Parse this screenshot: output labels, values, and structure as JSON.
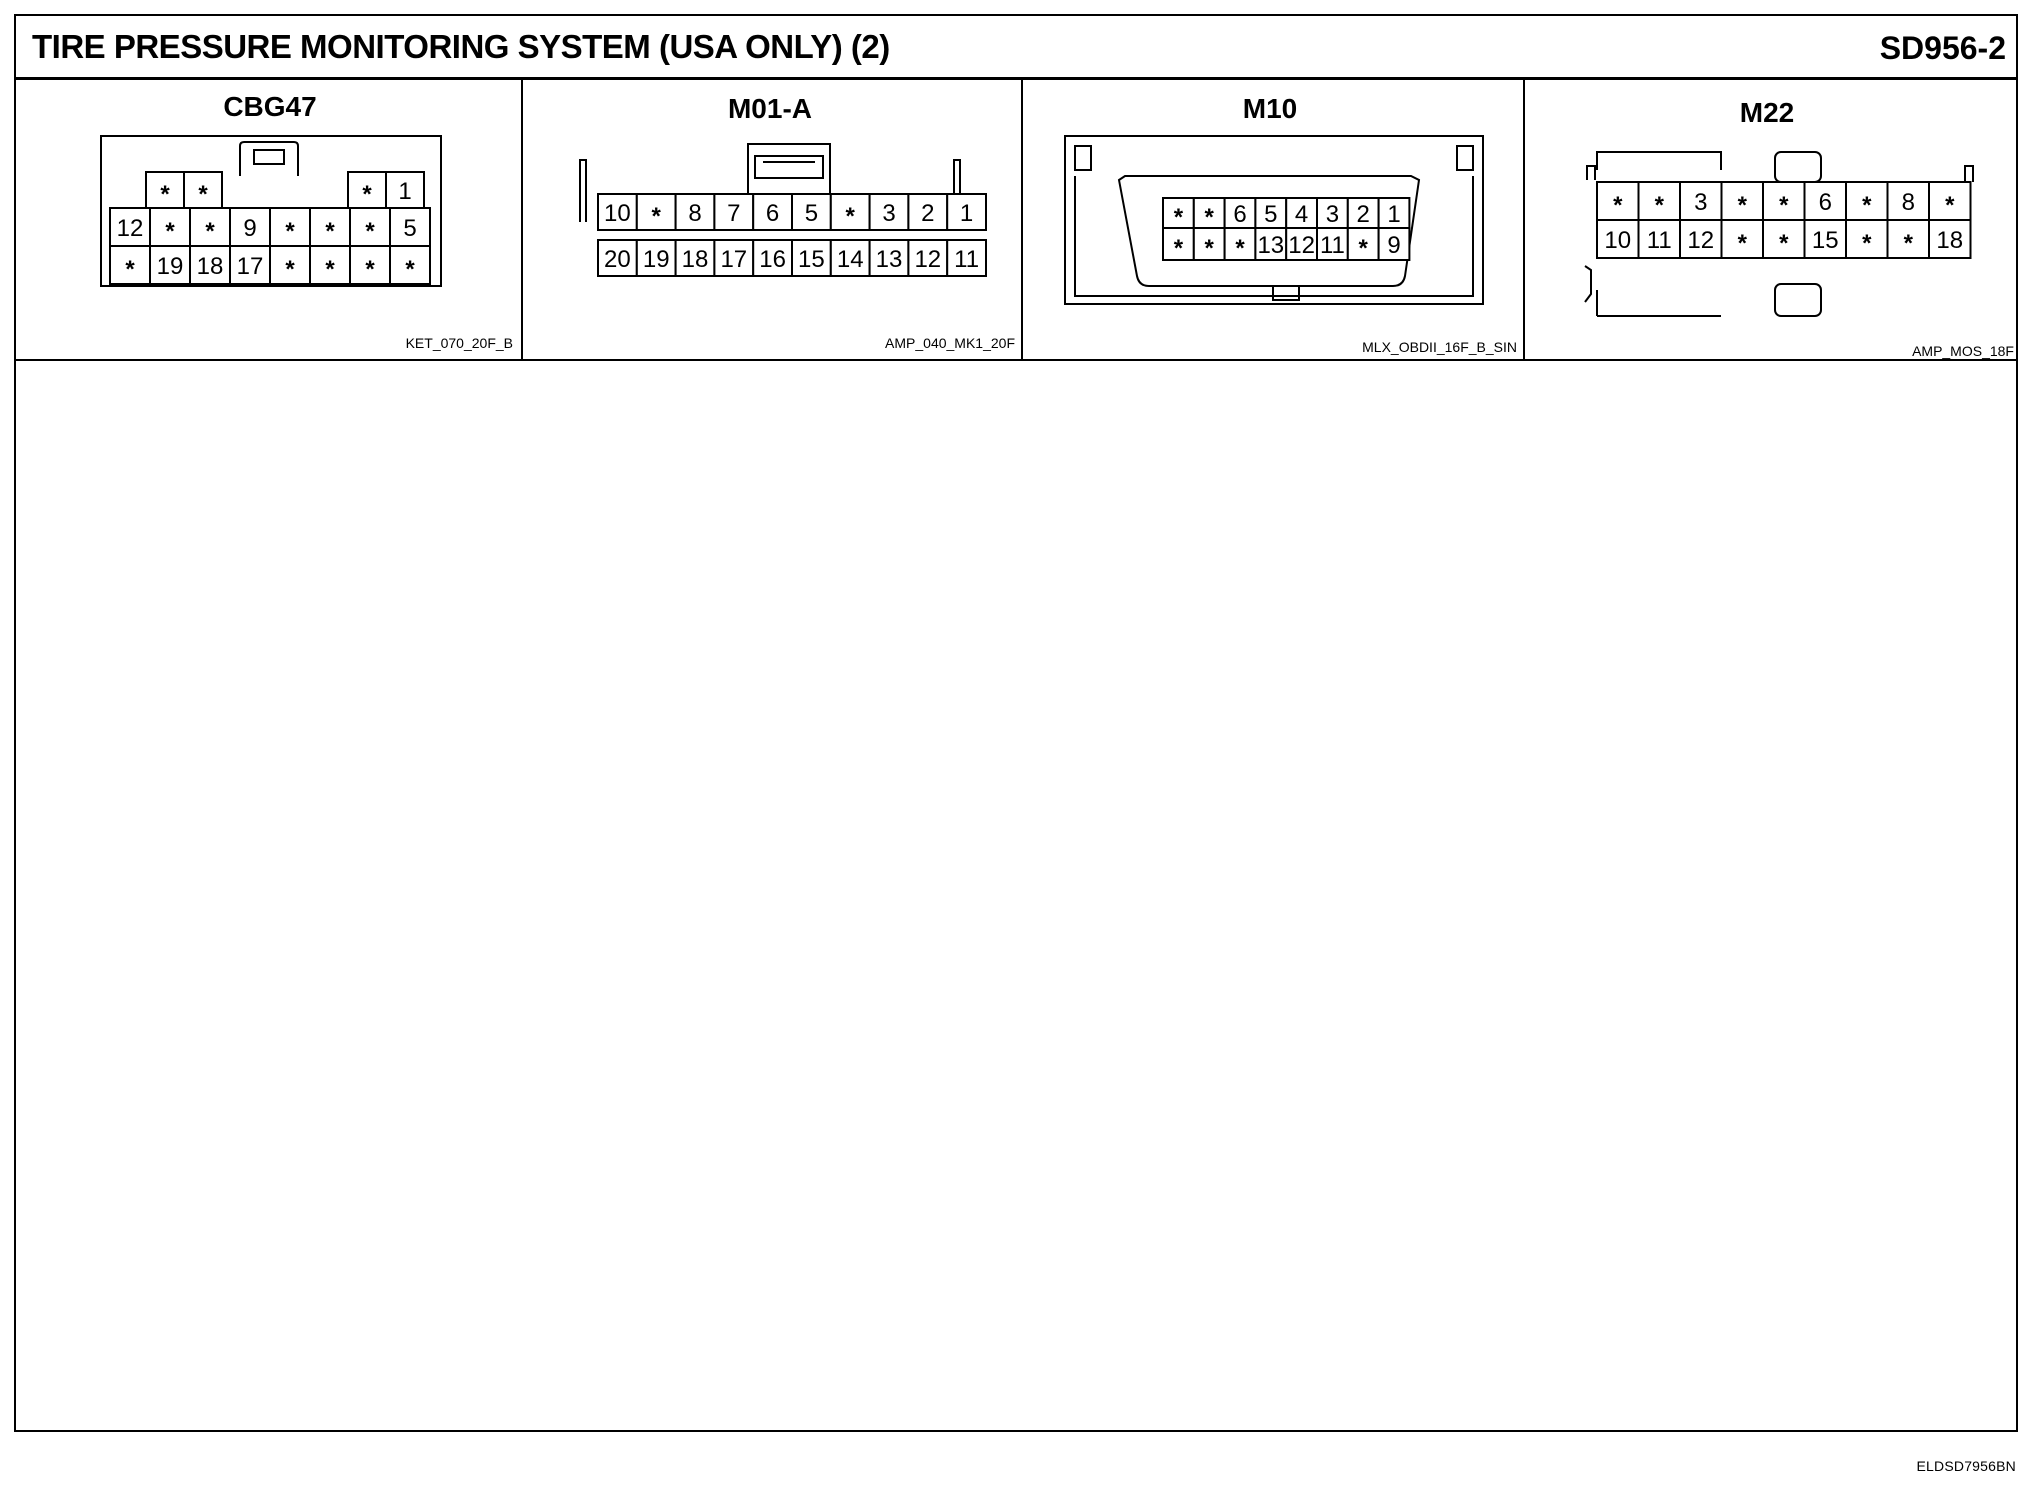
{
  "header": {
    "title": "TIRE PRESSURE MONITORING SYSTEM (USA ONLY) (2)",
    "code": "SD956-2"
  },
  "footer": {
    "doc_id": "ELDSD7956BN"
  },
  "connectors": [
    {
      "name": "CBG47",
      "type": "KET_070_20F_B",
      "rows": [
        [
          "*",
          "*",
          "*",
          "1"
        ],
        [
          "12",
          "*",
          "*",
          "9",
          "*",
          "*",
          "*",
          "5"
        ],
        [
          "*",
          "19",
          "18",
          "17",
          "*",
          "*",
          "*",
          "*"
        ]
      ]
    },
    {
      "name": "M01-A",
      "type": "AMP_040_MK1_20F",
      "rows": [
        [
          "10",
          "*",
          "8",
          "7",
          "6",
          "5",
          "*",
          "3",
          "2",
          "1"
        ],
        [
          "20",
          "19",
          "18",
          "17",
          "16",
          "15",
          "14",
          "13",
          "12",
          "11"
        ]
      ]
    },
    {
      "name": "M10",
      "type": "MLX_OBDII_16F_B_SIN",
      "rows": [
        [
          "*",
          "*",
          "6",
          "5",
          "4",
          "3",
          "2",
          "1"
        ],
        [
          "*",
          "*",
          "*",
          "13",
          "12",
          "11",
          "*",
          "9"
        ]
      ]
    },
    {
      "name": "M22",
      "type": "AMP_MOS_18F",
      "rows": [
        [
          "*",
          "*",
          "3",
          "*",
          "*",
          "6",
          "*",
          "8",
          "*"
        ],
        [
          "10",
          "11",
          "12",
          "*",
          "*",
          "15",
          "*",
          "*",
          "18"
        ]
      ]
    }
  ]
}
